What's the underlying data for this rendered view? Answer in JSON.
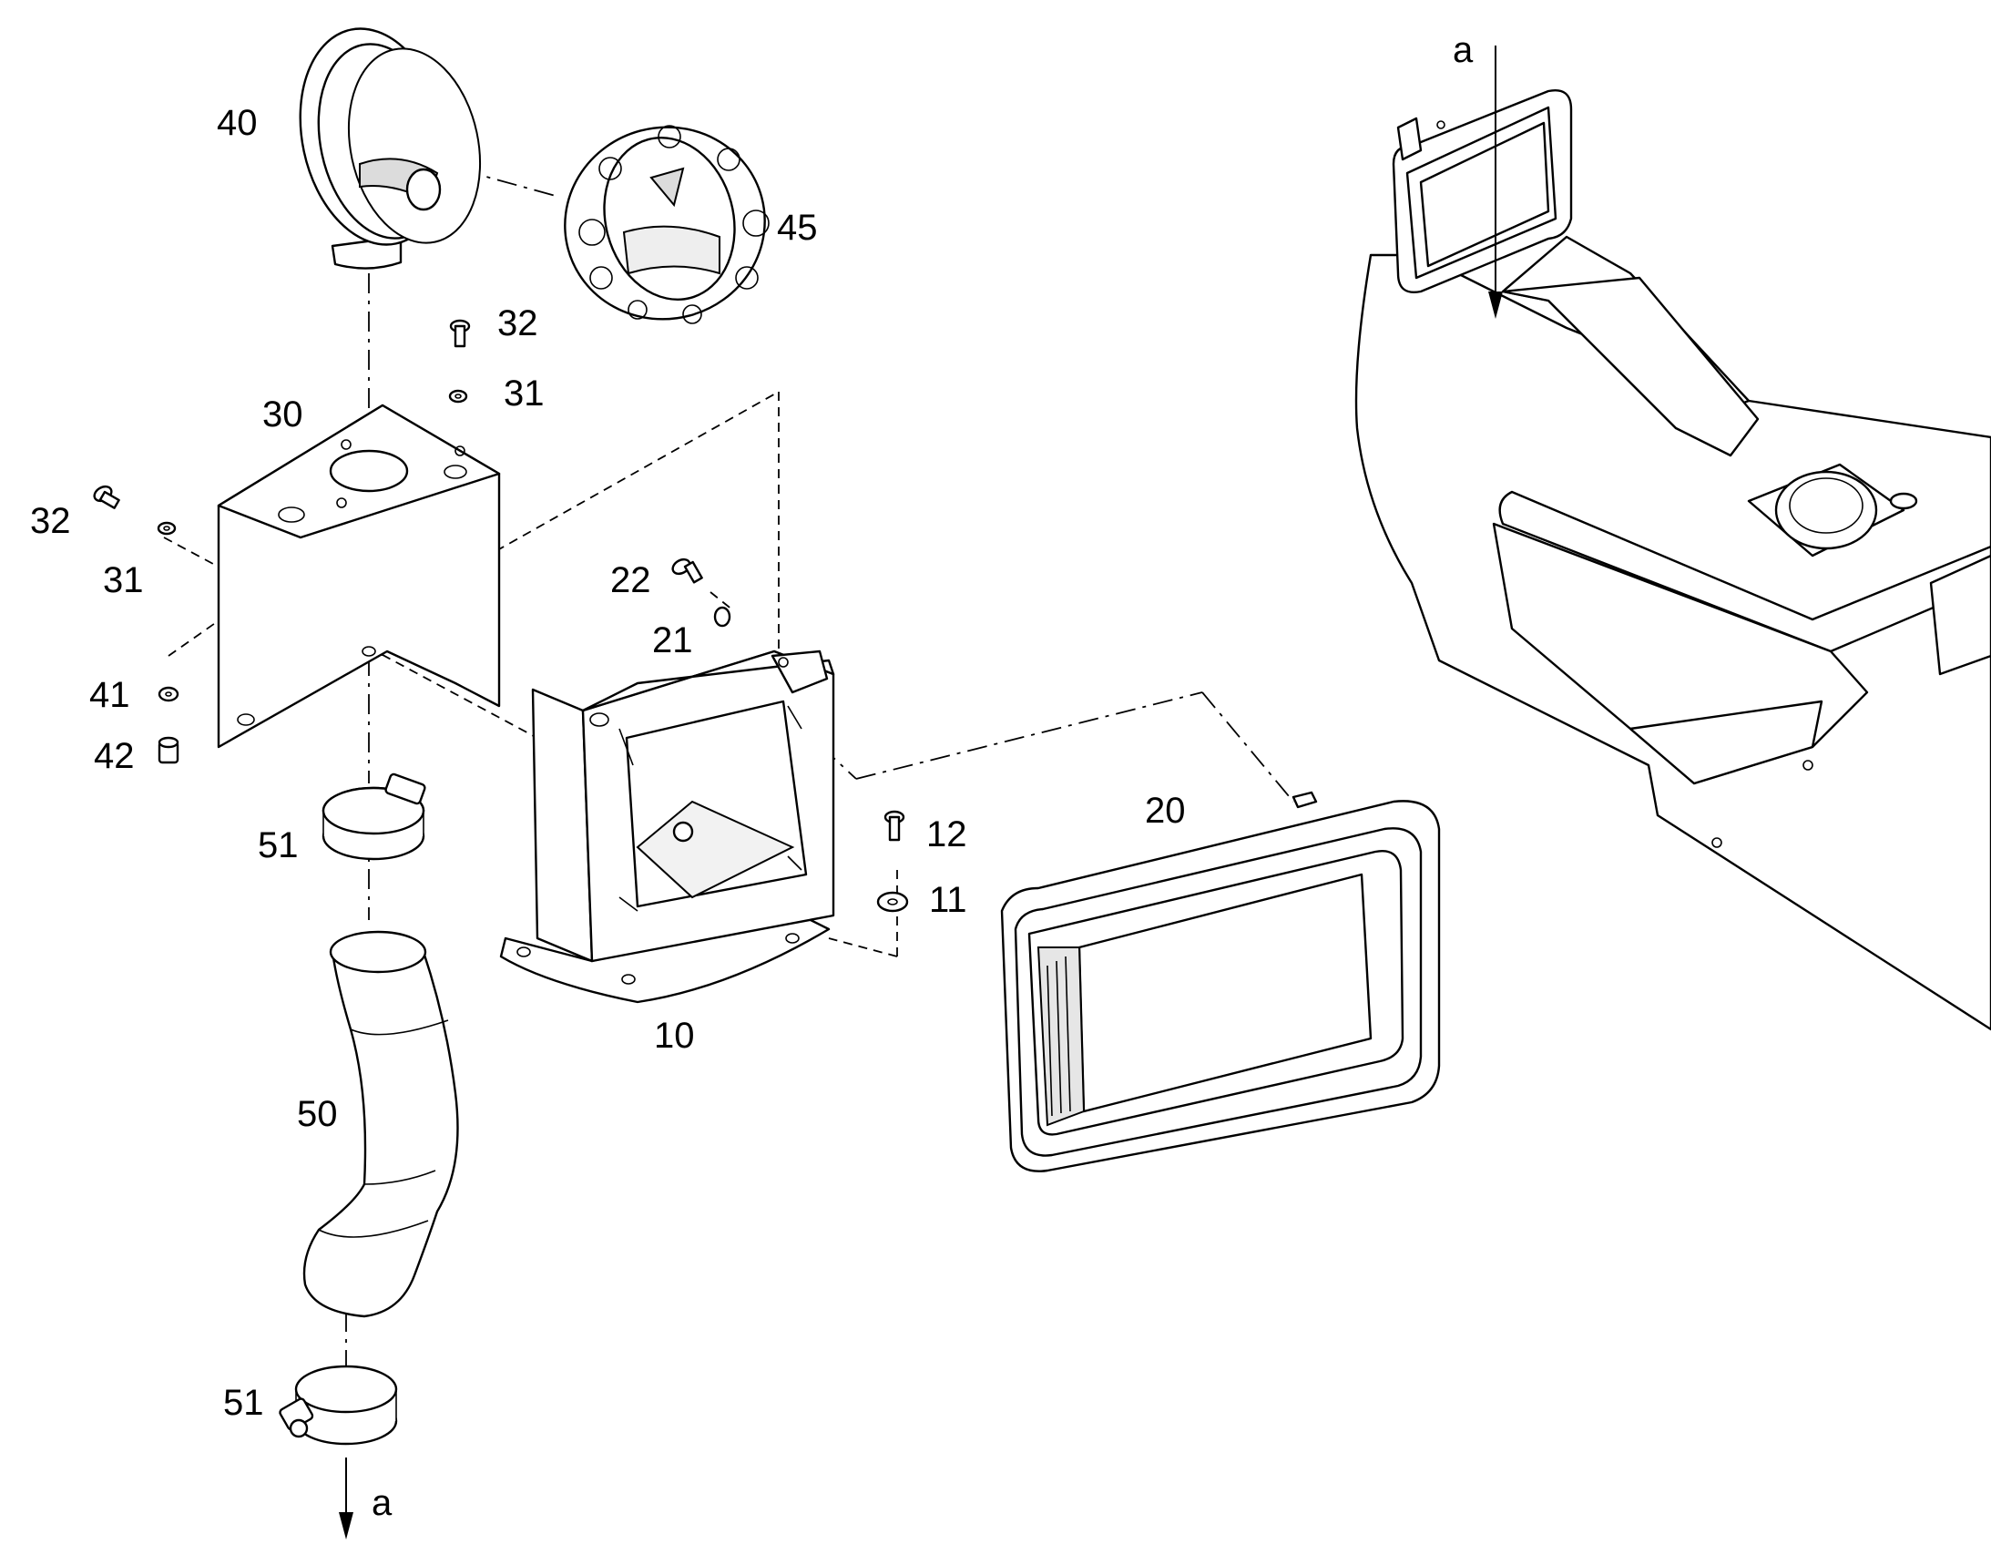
{
  "diagram": {
    "callouts": {
      "c40": "40",
      "c45": "45",
      "c32a": "32",
      "c31a": "31",
      "c30": "30",
      "c32b": "32",
      "c31b": "31",
      "c41": "41",
      "c42": "42",
      "c22": "22",
      "c21": "21",
      "c51a": "51",
      "c12": "12",
      "c11": "11",
      "c20": "20",
      "c10": "10",
      "c50": "50",
      "c51b": "51",
      "c_a_top": "a",
      "c_a_bottom": "a"
    }
  }
}
